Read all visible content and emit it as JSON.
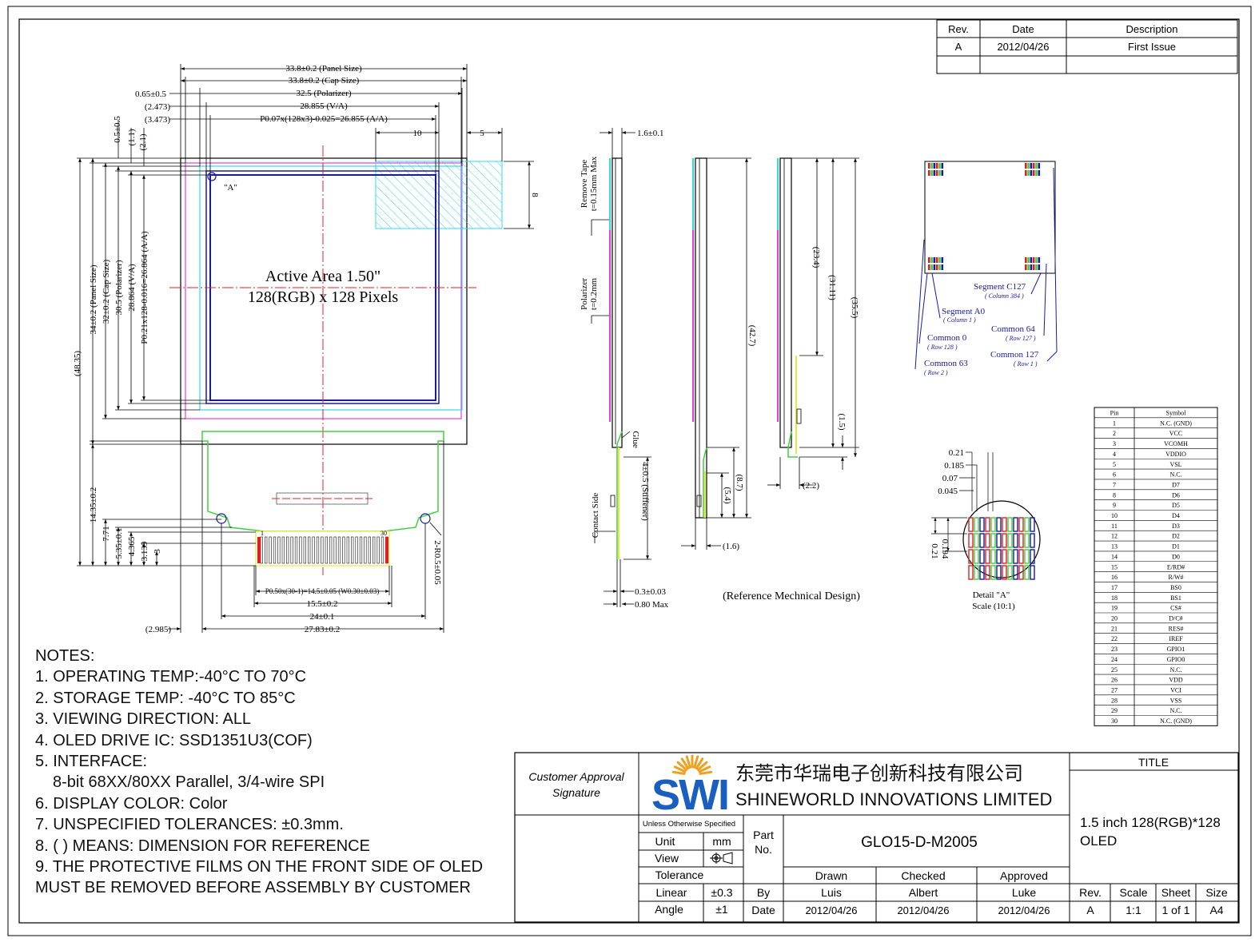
{
  "revision_table": {
    "headers": [
      "Rev.",
      "Date",
      "Description"
    ],
    "rows": [
      [
        "A",
        "2012/04/26",
        "First Issue"
      ]
    ]
  },
  "front_view": {
    "active_area_line1": "Active Area 1.50\"",
    "active_area_line2": "128(RGB) x 128 Pixels",
    "point_label": "\"A\"",
    "dims_top": {
      "panel_w": "33.8±0.2 (Panel Size)",
      "cap_w": "33.8±0.2 (Cap Size)",
      "polarizer_w": "32.5 (Polarizer)",
      "va_w": "28.855 (V/A)",
      "aa_w": "P0.07x(128x3)-0.025=26.855 (A/A)",
      "off_0_65": "0.65±0.5",
      "off_2_473": "(2.473)",
      "off_3_473": "(3.473)",
      "ten": "10",
      "five": "5",
      "eight": "8"
    },
    "dims_left": {
      "d05": "0.5±0.5",
      "d11": "(1.1)",
      "d21": "(2.1)",
      "aa_h": "P0.21x128-0.016=26.864 (A/A)",
      "va_h": "28.864 (V/A)",
      "pol_h": "30.5 (Polarizer)",
      "cap_h": "32±0.2 (Cap Size)",
      "panel_h": "34±0.2 (Panel Size)",
      "total_h": "(48.35)",
      "fpc_h": "14.35±0.2",
      "d771": "7.71",
      "d535": "5.35±0.1",
      "d4365": "4.365",
      "d3139": "3.139",
      "d3": "3"
    },
    "dims_bottom": {
      "pitch": "P0.50x(30-1)=14.5±0.05 (W0.30±0.03)",
      "d155": "15.5±0.2",
      "d24": "24±0.1",
      "d2783": "27.83±0.2",
      "d2985": "(2.985)",
      "hole": "2-R0.5±0.05",
      "pin1": "1",
      "pin30": "30"
    }
  },
  "side_views": {
    "d16": "1.6±0.1",
    "remove_tape": "Remove Tape",
    "remove_tape_t": "t=0.15mm Max",
    "polarizer": "Polarizer",
    "polarizer_t": "t=0.2mm",
    "glue": "Glue",
    "stiffener": "4±0.5 (Stiffener)",
    "contact_side": "Contact Side",
    "d03": "0.3±0.03",
    "d080": "0.80 Max",
    "d427": "(42.7)",
    "d87": "(8.7)",
    "d54": "(5.4)",
    "d16b": "(1.6)",
    "d234": "(23.4)",
    "d3111": "(31.11)",
    "d355": "(35.5)",
    "d15": "(1.5)",
    "d22": "(2.2)",
    "caption": "(Reference Mechnical Design)"
  },
  "pixel_map": {
    "seg_c127": "Segment C127",
    "col384": "( Column 384 )",
    "seg_a0": "Segment A0",
    "col1": "( Column 1 )",
    "com0": "Common 0",
    "row128": "( Row 128 )",
    "com63": "Common 63",
    "row2": "( Row 2 )",
    "com64": "Common 64",
    "row127": "( Row 127 )",
    "com127": "Common 127",
    "row1": "( Row 1 )"
  },
  "detail_a": {
    "d021": "0.21",
    "d0185": "0.185",
    "d007": "0.07",
    "d0045": "0.045",
    "d0194": "0.194",
    "d021v": "0.21",
    "caption1": "Detail \"A\"",
    "caption2": "Scale (10:1)"
  },
  "pin_table": {
    "headers": [
      "Pin",
      "Symbol"
    ],
    "rows": [
      [
        "1",
        "N.C. (GND)"
      ],
      [
        "2",
        "VCC"
      ],
      [
        "3",
        "VCOMH"
      ],
      [
        "4",
        "VDDIO"
      ],
      [
        "5",
        "VSL"
      ],
      [
        "6",
        "N.C."
      ],
      [
        "7",
        "D7"
      ],
      [
        "8",
        "D6"
      ],
      [
        "9",
        "D5"
      ],
      [
        "10",
        "D4"
      ],
      [
        "11",
        "D3"
      ],
      [
        "12",
        "D2"
      ],
      [
        "13",
        "D1"
      ],
      [
        "14",
        "D0"
      ],
      [
        "15",
        "E/RD#"
      ],
      [
        "16",
        "R/W#"
      ],
      [
        "17",
        "BS0"
      ],
      [
        "18",
        "BS1"
      ],
      [
        "19",
        "CS#"
      ],
      [
        "20",
        "D/C#"
      ],
      [
        "21",
        "RES#"
      ],
      [
        "22",
        "IREF"
      ],
      [
        "23",
        "GPIO1"
      ],
      [
        "24",
        "GPIO0"
      ],
      [
        "25",
        "N.C."
      ],
      [
        "26",
        "VDD"
      ],
      [
        "27",
        "VCI"
      ],
      [
        "28",
        "VSS"
      ],
      [
        "29",
        "N.C."
      ],
      [
        "30",
        "N.C. (GND)"
      ]
    ]
  },
  "notes": {
    "title": "NOTES:",
    "items": [
      "1. OPERATING TEMP:-40°C TO 70°C",
      "2. STORAGE TEMP: -40°C TO 85°C",
      "3. VIEWING DIRECTION: ALL",
      "4. OLED DRIVE IC: SSD1351U3(COF)",
      "5. INTERFACE:",
      "8-bit 68XX/80XX Parallel, 3/4-wire SPI",
      "6. DISPLAY  COLOR: Color",
      "7. UNSPECIFIED TOLERANCES: ±0.3mm.",
      "8. ( ) MEANS: DIMENSION FOR REFERENCE",
      "9. THE PROTECTIVE FILMS ON THE FRONT SIDE OF  OLED",
      "MUST BE REMOVED BEFORE ASSEMBLY BY CUSTOMER"
    ]
  },
  "title_block": {
    "customer_approval_1": "Customer Approval",
    "customer_approval_2": "Signature",
    "logo_text": "SWI",
    "company_cn": "东莞市华瑞电子创新科技有限公司",
    "company_en": "SHINEWORLD INNOVATIONS LIMITED",
    "title_header": "TITLE",
    "title_line1": "1.5 inch 128(RGB)*128",
    "title_line2": "OLED",
    "unless": "Unless Otherwise Specified",
    "unit_label": "Unit",
    "unit_value": "mm",
    "view_label": "View",
    "tolerance_label": "Tolerance",
    "linear_label": "Linear",
    "linear_value": "±0.3",
    "angle_label": "Angle",
    "angle_value": "±1",
    "part_label_1": "Part",
    "part_label_2": "No.",
    "part_no": "GLO15-D-M2005",
    "drawn_label": "Drawn",
    "checked_label": "Checked",
    "approved_label": "Approved",
    "by_label": "By",
    "date_label": "Date",
    "drawn_by": "Luis",
    "checked_by": "Albert",
    "approved_by": "Luke",
    "drawn_date": "2012/04/26",
    "checked_date": "2012/04/26",
    "approved_date": "2012/04/26",
    "rev_label": "Rev.",
    "scale_label": "Scale",
    "sheet_label": "Sheet",
    "size_label": "Size",
    "rev_value": "A",
    "scale_value": "1:1",
    "sheet_value": "1 of 1",
    "size_value": "A4"
  },
  "colors": {
    "magenta": "#e040e0",
    "cyan": "#30d8e8",
    "blue": "#1a1aa0",
    "green": "#40d040",
    "red": "#e02020",
    "dim_blue": "#2030c0",
    "logo_blue": "#1a5fc0",
    "logo_orange": "#f0a020"
  }
}
